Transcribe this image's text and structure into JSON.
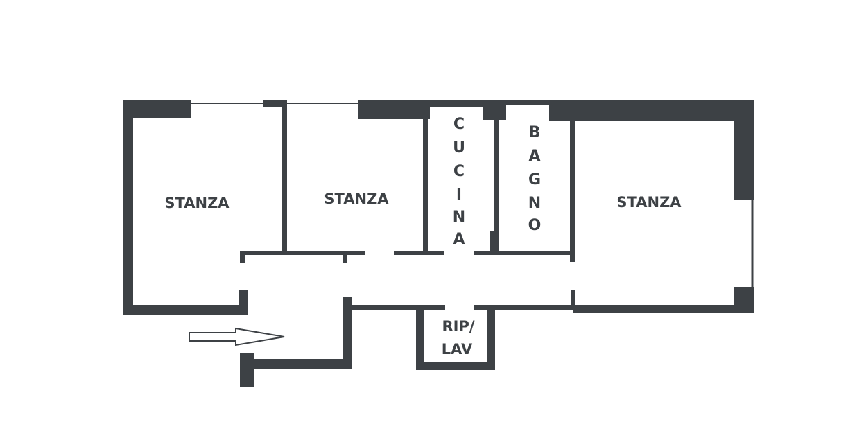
{
  "rooms": {
    "stanza_left": "STANZA",
    "stanza_middle": "STANZA",
    "stanza_right": "STANZA",
    "cucina": [
      "C",
      "U",
      "C",
      "I",
      "N",
      "A"
    ],
    "bagno": [
      "B",
      "A",
      "G",
      "N",
      "O"
    ],
    "rip_line1": "RIP/",
    "rip_line2": "LAV"
  },
  "icons": {
    "entrance": "entrance-arrow-icon"
  },
  "colors": {
    "wall": "#3d4145",
    "background": "#ffffff"
  }
}
